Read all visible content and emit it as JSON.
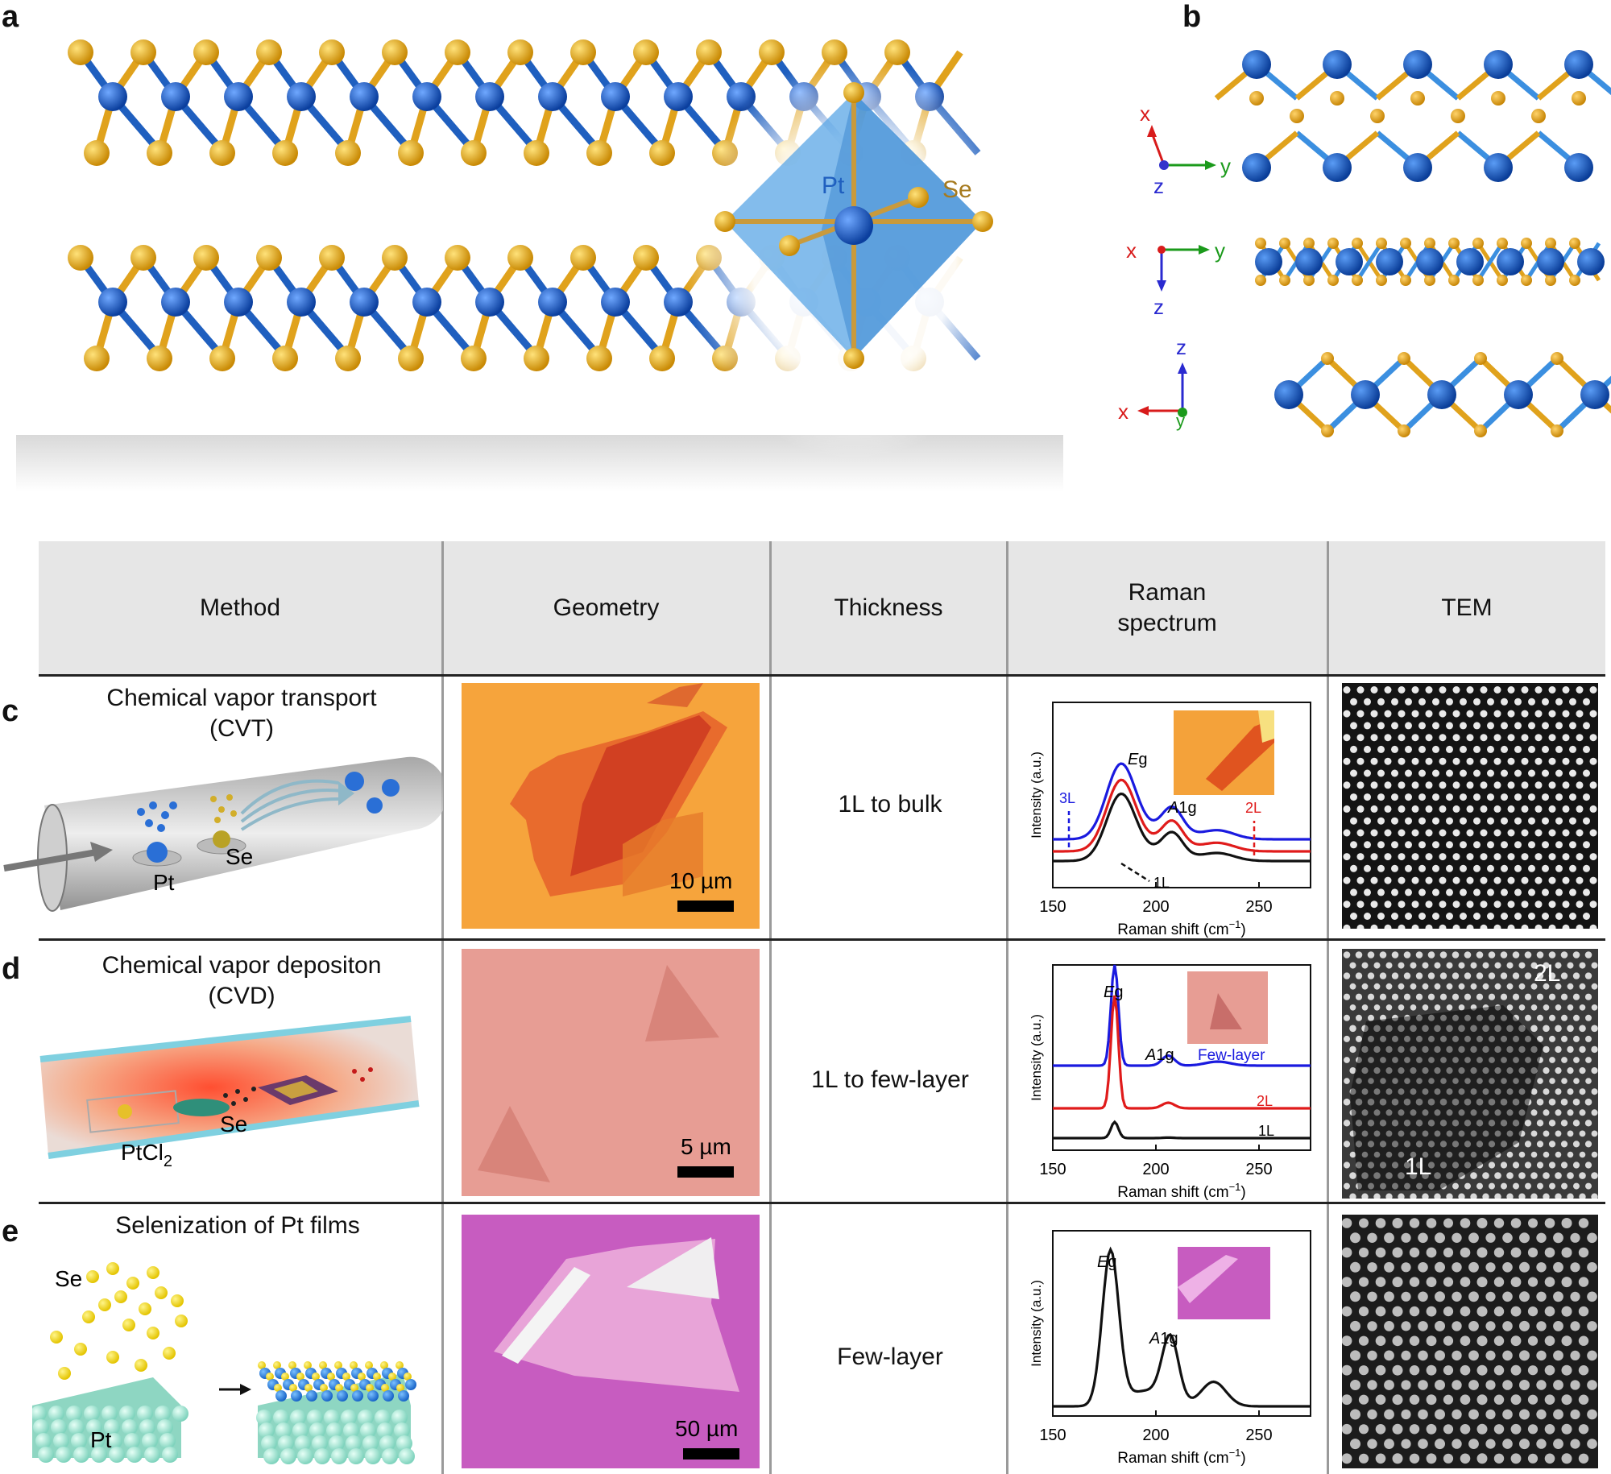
{
  "panels": {
    "a": "a",
    "b": "b",
    "c": "c",
    "d": "d",
    "e": "e"
  },
  "structure": {
    "pt_label": "Pt",
    "se_label": "Se"
  },
  "axes": {
    "top": {
      "a1": "x",
      "a2": "y",
      "a3": "z"
    },
    "mid": {
      "a1": "x",
      "a2": "y",
      "a3": "z"
    },
    "bot": {
      "a1": "z",
      "a2": "x",
      "a3": "y"
    }
  },
  "table": {
    "headers": [
      "Method",
      "Geometry",
      "Thickness",
      "Raman\nspectrum",
      "TEM"
    ],
    "rows": [
      {
        "method_title": "Chemical vapor transport\n(CVT)",
        "labels": [
          "Pt",
          "Se"
        ],
        "scale": "10 µm",
        "thickness": "1L to bulk",
        "raman": {
          "ylabel": "Intensity (a.u.)",
          "xlabel": "Raman shift (cm",
          "ticks": [
            "150",
            "200",
            "250"
          ],
          "peaks": [
            "Eg",
            "A1g"
          ],
          "series": [
            "3L",
            "2L",
            "1L"
          ]
        },
        "tem_labels": []
      },
      {
        "method_title": "Chemical vapor depositon\n(CVD)",
        "labels": [
          "PtCl2",
          "Se"
        ],
        "scale": "5 µm",
        "thickness": "1L to few-layer",
        "raman": {
          "ylabel": "Intensity (a.u.)",
          "xlabel": "Raman shift (cm",
          "ticks": [
            "150",
            "200",
            "250"
          ],
          "peaks": [
            "Eg",
            "A1g"
          ],
          "series": [
            "Few-layer",
            "2L",
            "1L"
          ]
        },
        "tem_labels": [
          "2L",
          "1L"
        ]
      },
      {
        "method_title": "Selenization of Pt films",
        "labels": [
          "Se",
          "Pt"
        ],
        "scale": "50 µm",
        "thickness": "Few-layer",
        "raman": {
          "ylabel": "Intensity (a.u.)",
          "xlabel": "Raman shift (cm",
          "ticks": [
            "150",
            "200",
            "250"
          ],
          "peaks": [
            "Eg",
            "A1g"
          ],
          "series": []
        },
        "tem_labels": []
      }
    ]
  },
  "colors": {
    "pt": "#1f5fbf",
    "se": "#e3a21a",
    "header_bg": "#e6e6e6",
    "blue_series": "#1a1adf",
    "red_series": "#e01b1b"
  }
}
